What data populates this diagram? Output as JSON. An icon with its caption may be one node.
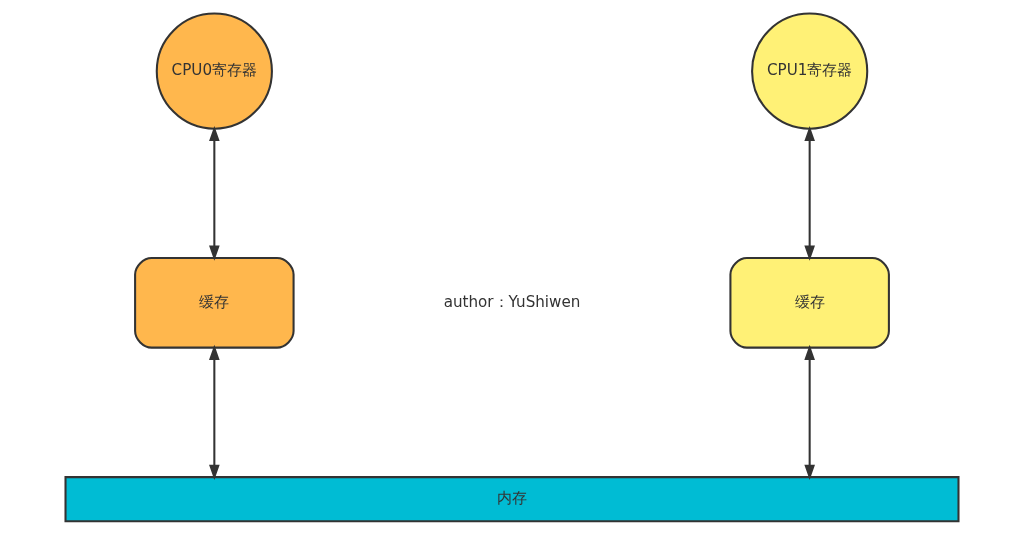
{
  "diagram": {
    "nodes": [
      {
        "text": [
          "CPU0寄存器"
        ]
      },
      {
        "text": [
          "CPU1寄存器"
        ]
      },
      {
        "text": [
          "缓存"
        ]
      },
      {
        "text": [
          "缓存"
        ]
      },
      {
        "text": [
          "内存"
        ]
      }
    ],
    "edges": [
      {
        "from": 0,
        "to": 2,
        "arrow": "both"
      },
      {
        "from": 1,
        "to": 3,
        "arrow": "both"
      },
      {
        "from": 2,
        "to": 4,
        "arrow": "both"
      },
      {
        "from": 3,
        "to": 4,
        "arrow": "both"
      }
    ],
    "labels": [
      "author：YuShiwen"
    ]
  }
}
